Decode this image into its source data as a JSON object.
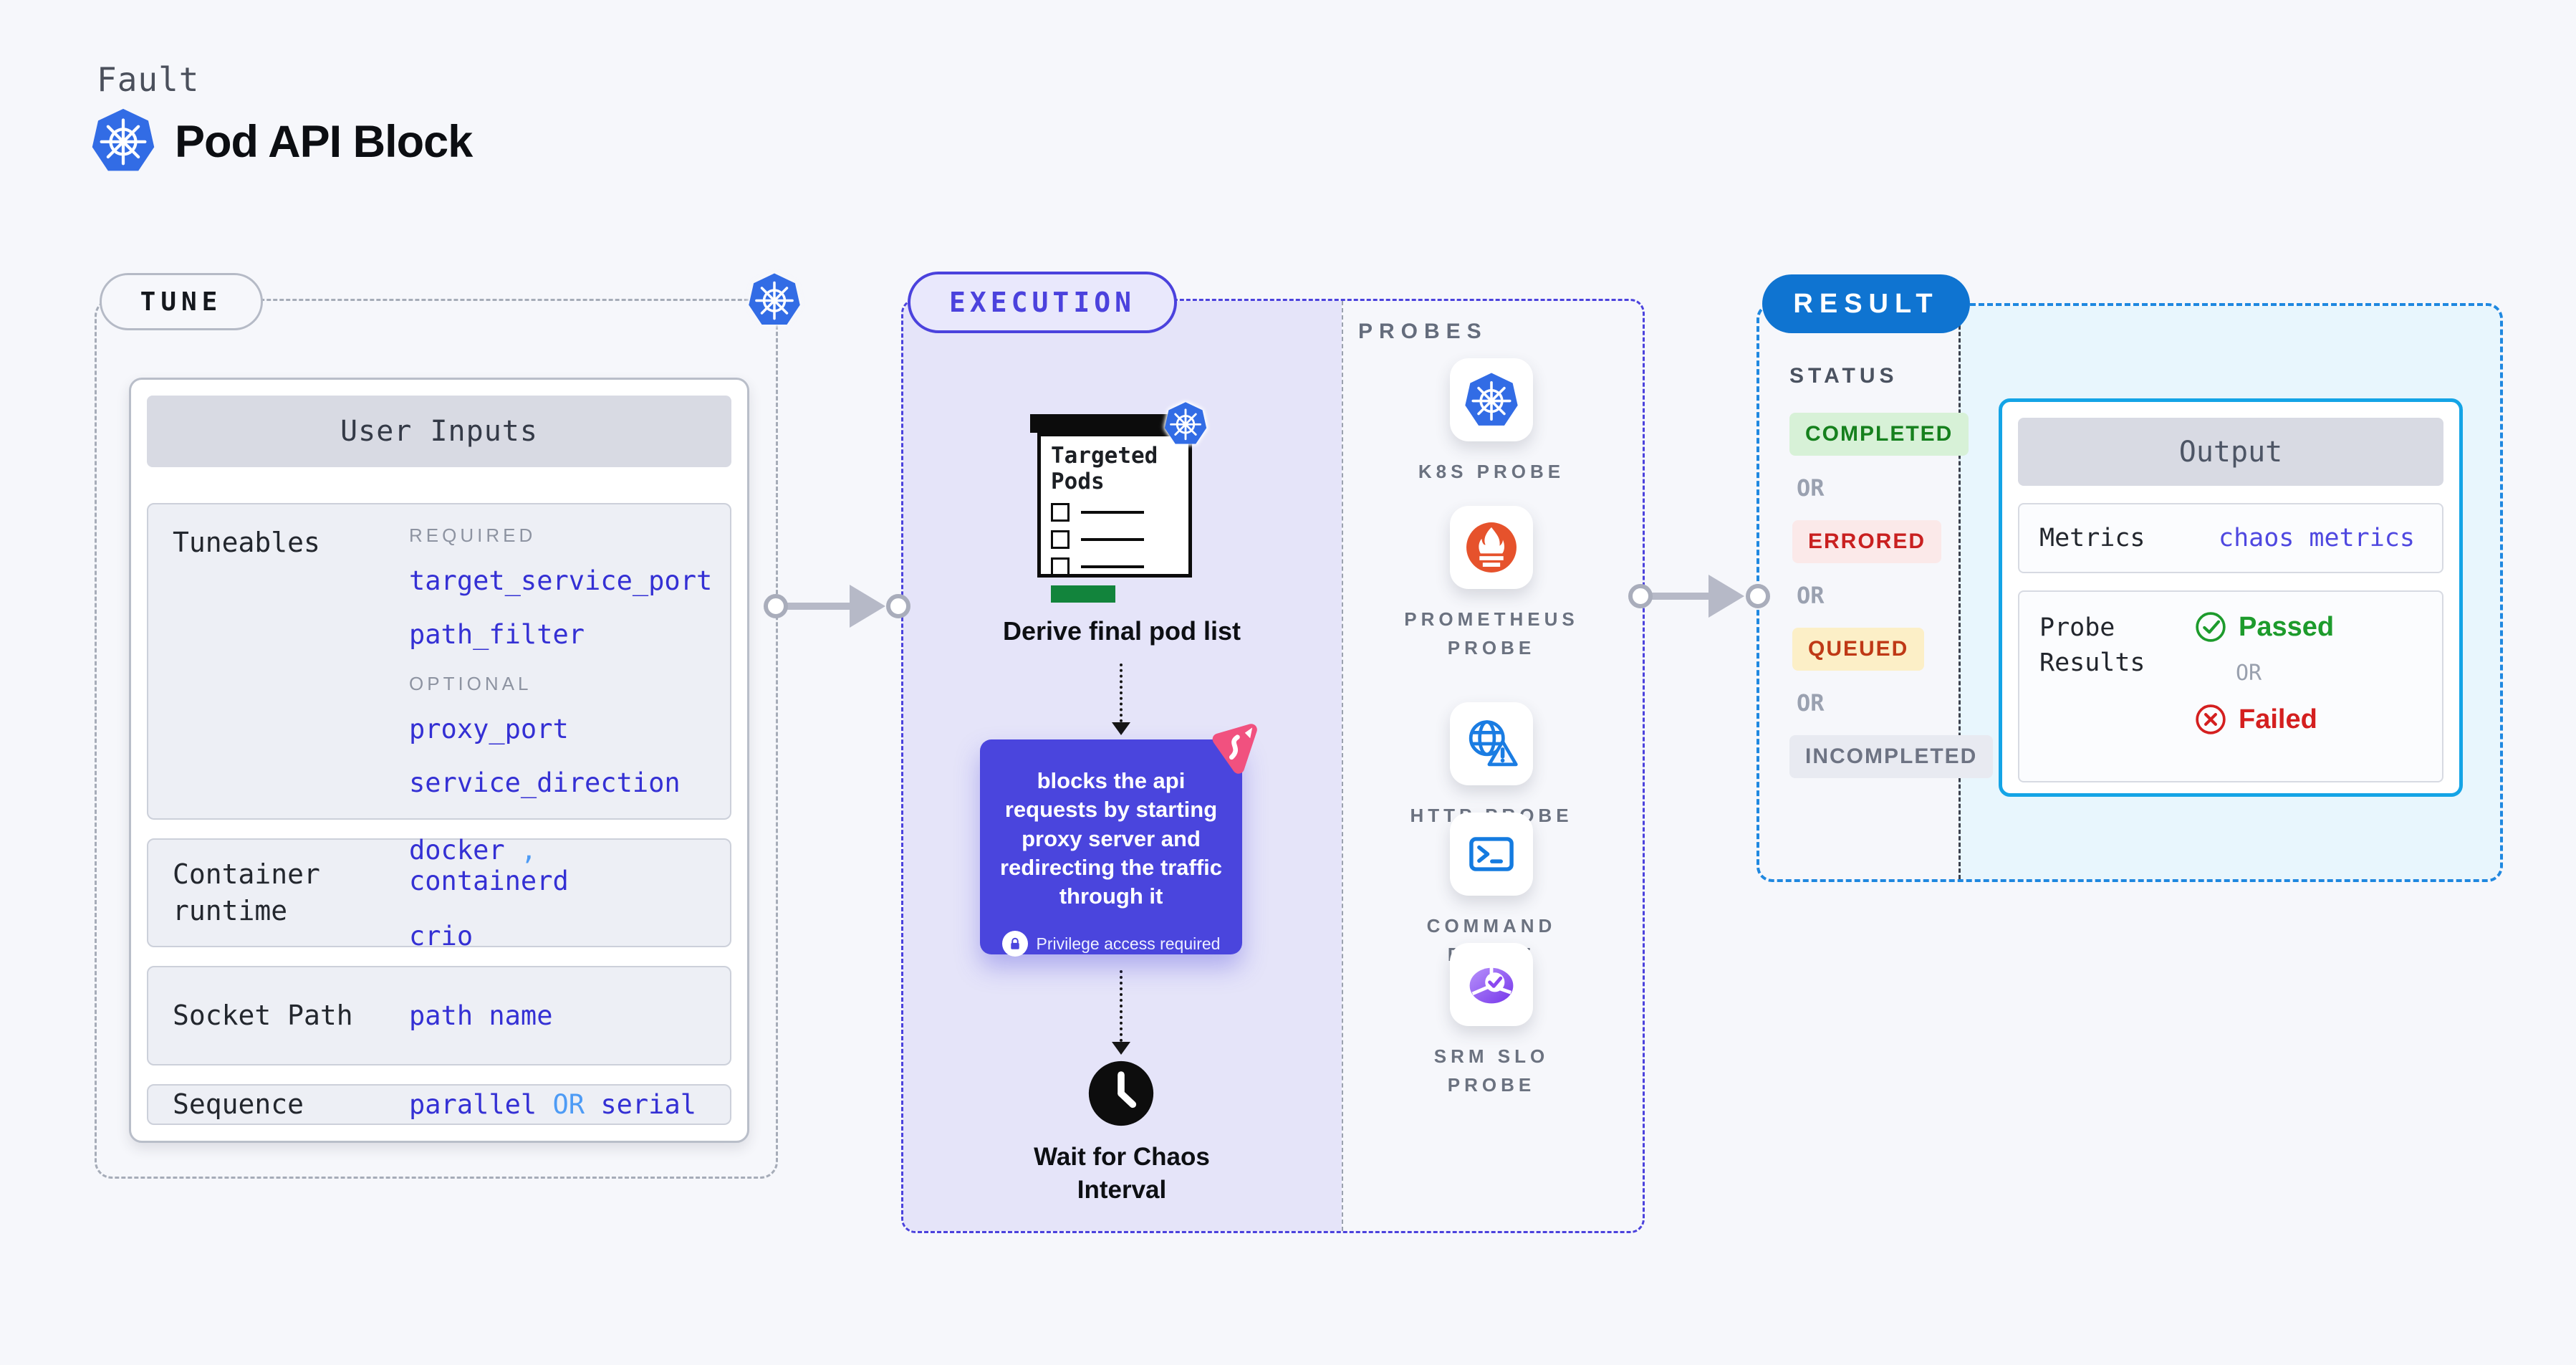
{
  "header": {
    "eyebrow": "Fault",
    "title": "Pod API Block"
  },
  "tune": {
    "pill": "TUNE",
    "card_title": "User Inputs",
    "tuneables": {
      "label": "Tuneables",
      "required_label": "REQUIRED",
      "required_items": [
        "target_service_port",
        "path_filter"
      ],
      "optional_label": "OPTIONAL",
      "optional_items": [
        "proxy_port",
        "service_direction"
      ]
    },
    "runtime": {
      "label": "Container runtime",
      "value_a": "docker",
      "separator": ",",
      "value_b": "containerd",
      "value_c": "crio"
    },
    "socket": {
      "label": "Socket Path",
      "value": "path name"
    },
    "sequence": {
      "label": "Sequence",
      "value_a": "parallel",
      "or": "OR",
      "value_b": "serial"
    }
  },
  "execution": {
    "pill": "EXECUTION",
    "targeted_pods_title": "Targeted Pods",
    "derive_label": "Derive final pod list",
    "action_text": "blocks the api requests by starting proxy server and redirecting the traffic through it",
    "privilege_label": "Privilege access required",
    "wait_label": "Wait for Chaos Interval"
  },
  "probes": {
    "label": "PROBES",
    "items": [
      {
        "label": "K8S PROBE"
      },
      {
        "label": "PROMETHEUS PROBE"
      },
      {
        "label": "HTTP PROBE"
      },
      {
        "label": "COMMAND PROBE"
      },
      {
        "label": "SRM SLO PROBE"
      }
    ]
  },
  "result": {
    "pill": "RESULT",
    "status_label": "STATUS",
    "statuses": [
      {
        "label": "COMPLETED",
        "fg": "#15801d",
        "bg": "#d7f1d7"
      },
      {
        "label": "ERRORED",
        "fg": "#c92020",
        "bg": "#fbe9e9"
      },
      {
        "label": "QUEUED",
        "fg": "#bf3916",
        "bg": "#fcefc7"
      },
      {
        "label": "INCOMPLETED",
        "fg": "#6d7383",
        "bg": "#e8eaf1"
      }
    ],
    "or_label": "OR",
    "output": {
      "title": "Output",
      "metrics_label": "Metrics",
      "metrics_value": "chaos metrics",
      "probe_results_label": "Probe Results",
      "passed_label": "Passed",
      "or_label": "OR",
      "failed_label": "Failed"
    }
  },
  "colors": {
    "page_bg": "#f6f7fb",
    "kubernetes_blue": "#326ce5",
    "tune_dash": "#a6acb8",
    "execution_accent": "#4b42dd",
    "execution_fill": "#e5e4f9",
    "action_box": "#4a45dd",
    "pink_badge": "#f1517f",
    "value_indigo": "#3430d4",
    "value_light_blue": "#4d9bf5",
    "result_pill": "#0f74d1",
    "result_dash": "#1f88e0",
    "result_fill": "#e8f6fd",
    "output_border": "#14a4e6",
    "passed_green": "#1d9b2c",
    "failed_red": "#d41f1f",
    "prometheus_orange": "#e6522c"
  }
}
